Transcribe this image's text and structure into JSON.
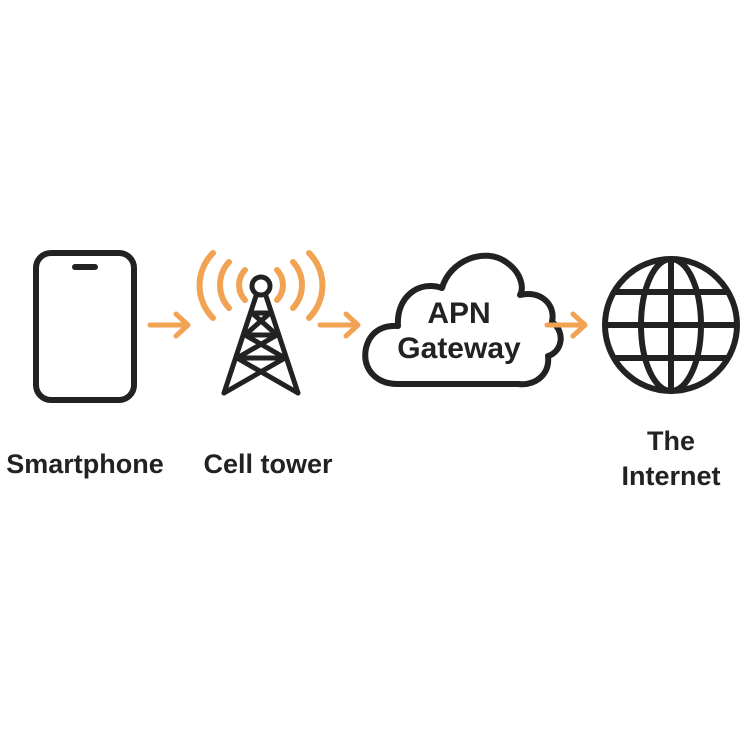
{
  "colors": {
    "ink": "#222222",
    "accent": "#f2a253",
    "background": "#ffffff"
  },
  "nodes": {
    "smartphone": {
      "icon": "smartphone-icon",
      "label": "Smartphone"
    },
    "cell_tower": {
      "icon": "cell-tower-icon",
      "label": "Cell tower"
    },
    "apn_gateway": {
      "icon": "cloud-icon",
      "label_line1": "APN",
      "label_line2": "Gateway"
    },
    "internet": {
      "icon": "globe-icon",
      "label_line1": "The",
      "label_line2": "Internet"
    }
  },
  "connections": [
    {
      "from": "Smartphone",
      "to": "Cell tower",
      "icon": "arrow-right-icon"
    },
    {
      "from": "Cell tower",
      "to": "APN Gateway",
      "icon": "arrow-right-icon"
    },
    {
      "from": "APN Gateway",
      "to": "The Internet",
      "icon": "arrow-right-icon"
    }
  ]
}
